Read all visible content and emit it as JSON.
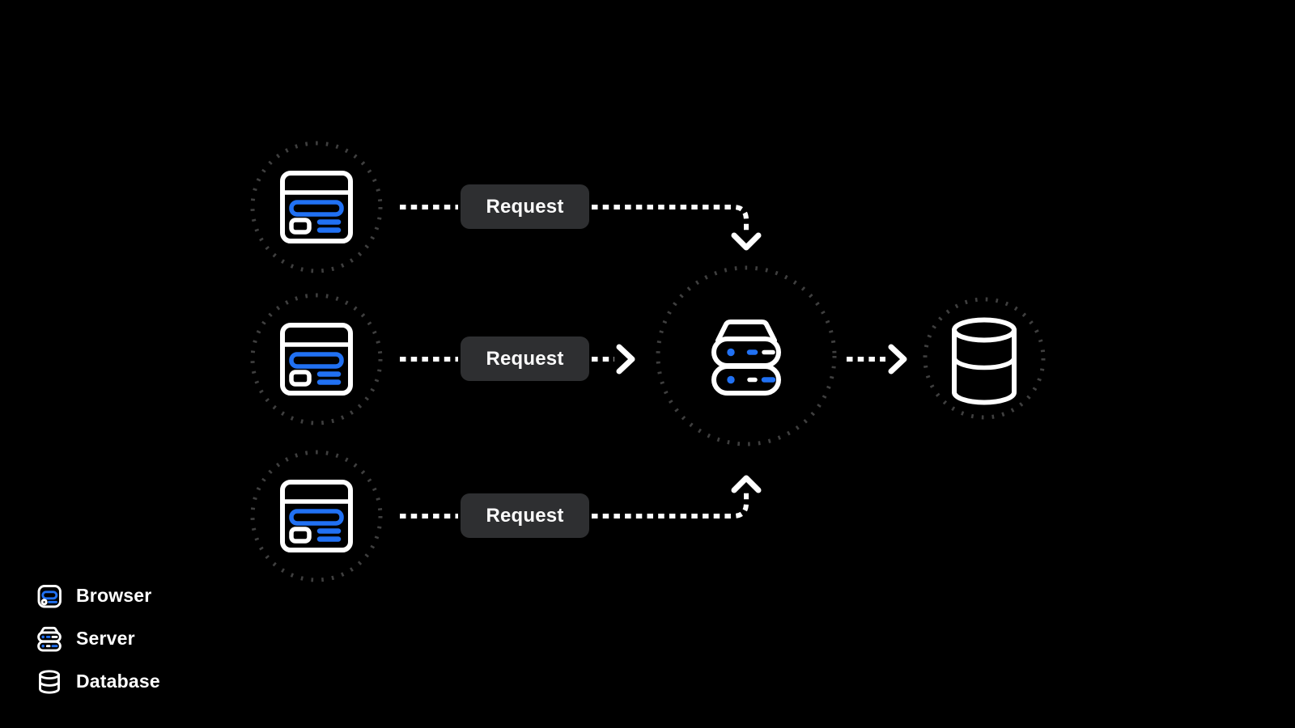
{
  "diagram": {
    "request_label": "Request",
    "nodes": [
      {
        "id": "browser-1",
        "type": "browser"
      },
      {
        "id": "browser-2",
        "type": "browser"
      },
      {
        "id": "browser-3",
        "type": "browser"
      },
      {
        "id": "server-1",
        "type": "server"
      },
      {
        "id": "database-1",
        "type": "database"
      }
    ],
    "edges": [
      {
        "from": "browser-1",
        "label": "Request",
        "to": "server-1"
      },
      {
        "from": "browser-2",
        "label": "Request",
        "to": "server-1"
      },
      {
        "from": "browser-3",
        "label": "Request",
        "to": "server-1"
      },
      {
        "from": "server-1",
        "label": "",
        "to": "database-1"
      }
    ]
  },
  "legend": {
    "items": [
      {
        "id": "browser",
        "label": "Browser"
      },
      {
        "id": "server",
        "label": "Server"
      },
      {
        "id": "database",
        "label": "Database"
      }
    ]
  },
  "colors": {
    "background": "#000000",
    "accent_blue": "#2171f3",
    "node_stroke": "#ffffff",
    "connector": "#ffffff",
    "dotted_ring": "#3f3f3f",
    "chip_background": "#2e2f31",
    "chip_text": "#fafafa"
  }
}
